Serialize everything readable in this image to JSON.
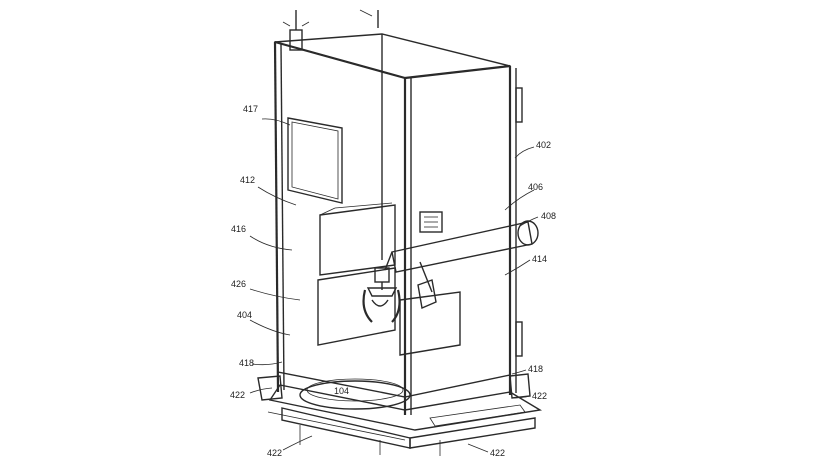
{
  "figure": {
    "labels": {
      "l417": "417",
      "l412": "412",
      "l416": "416",
      "l426": "426",
      "l404": "404",
      "l418_left": "418",
      "l422_left": "422",
      "l422_bottom": "422",
      "l402": "402",
      "l406": "406",
      "l408": "408",
      "l414": "414",
      "l418_right": "418",
      "l422_right": "422",
      "l422_bottom_right": "422",
      "l104": "104"
    }
  }
}
